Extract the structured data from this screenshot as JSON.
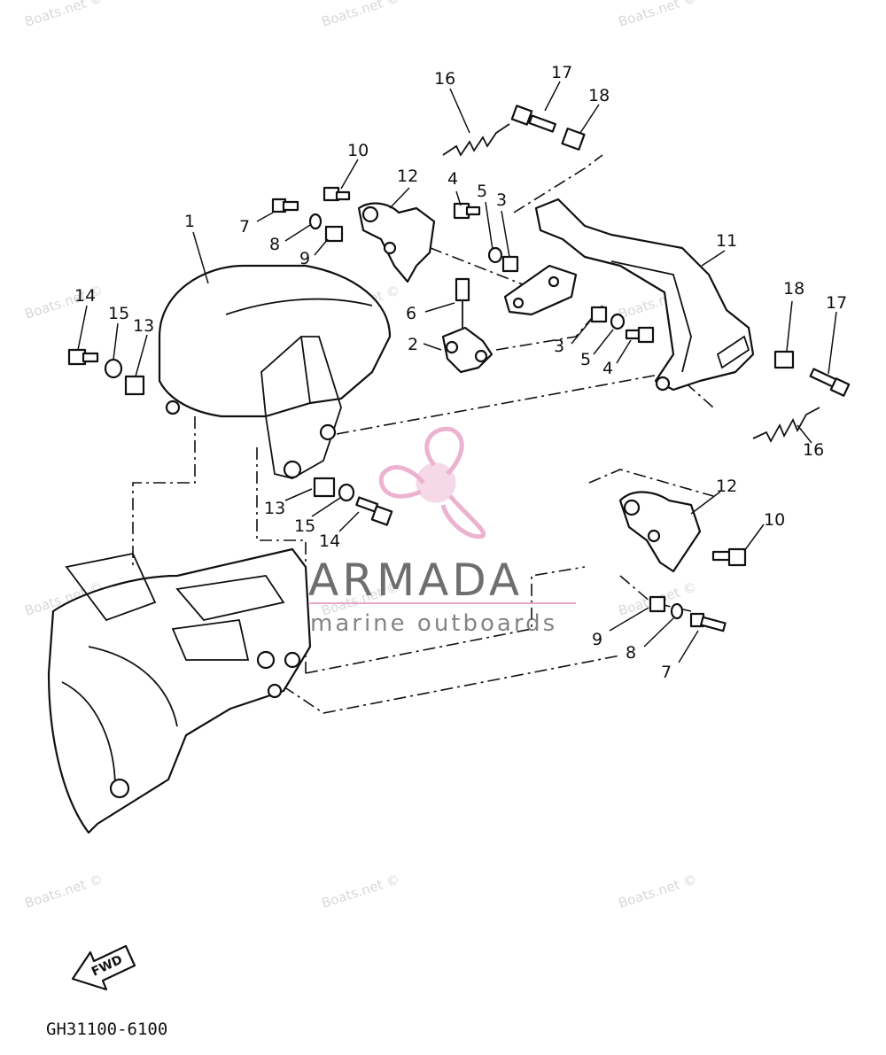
{
  "watermarks": [
    "Boats.net ©",
    "Boats.net ©",
    "Boats.net ©",
    "Boats.net ©",
    "Boats.net ©",
    "Boats.net ©",
    "Boats.net ©",
    "Boats.net ©",
    "Boats.net ©",
    "Boats.net ©",
    "Boats.net ©",
    "Boats.net ©"
  ],
  "callouts": [
    "1",
    "2",
    "3",
    "4",
    "5",
    "6",
    "7",
    "8",
    "9",
    "10",
    "11",
    "12",
    "13",
    "14",
    "15",
    "16",
    "17",
    "18",
    "13",
    "15",
    "14",
    "12",
    "10",
    "9",
    "8",
    "7",
    "3",
    "5",
    "4",
    "18",
    "17",
    "16"
  ],
  "logo": {
    "name": "ARMADA",
    "tagline": "marine outboards",
    "color": "#e8a6c8"
  },
  "fwd_label": "FWD",
  "diagram_code": "GH31100-6100"
}
